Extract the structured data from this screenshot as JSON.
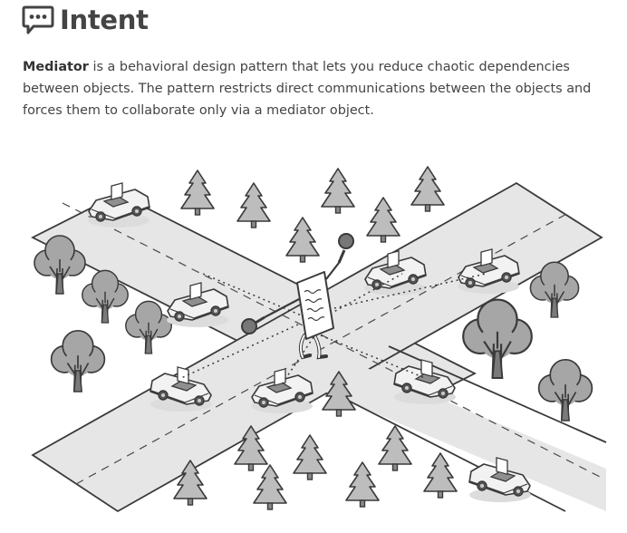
{
  "section": {
    "icon": "speech-bubble-icon",
    "title": "Intent"
  },
  "intro": {
    "term": "Mediator",
    "rest": " is a behavioral design pattern that lets you reduce chaotic dependencies between objects. The pattern restricts direct communications between the objects and forces them to collaborate only via a mediator object."
  },
  "illustration": {
    "subject": "mediator-traffic-controller",
    "colors": {
      "road": "#e6e6e6",
      "outline": "#3a3a3a",
      "tree": "#a6a6a6",
      "tree_dark": "#777777"
    }
  }
}
